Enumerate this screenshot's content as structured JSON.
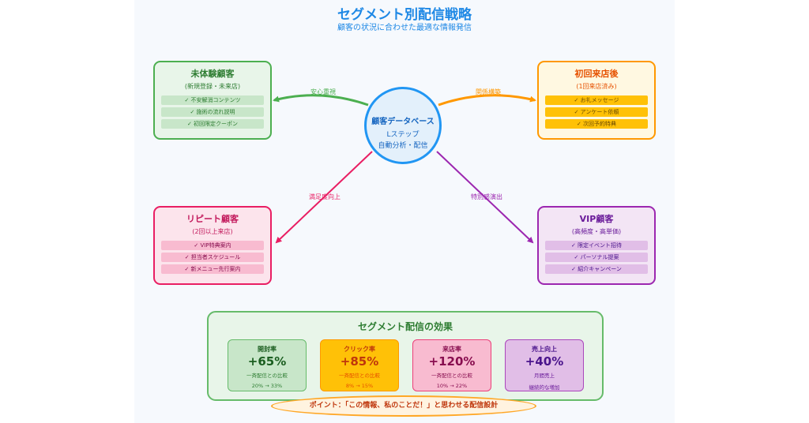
{
  "header": {
    "title": "セグメント別配信戦略",
    "subtitle": "顧客の状況に合わせた最適な情報発信"
  },
  "hub": {
    "title": "顧客データベース",
    "line1": "Lステップ",
    "line2": "自動分析・配信",
    "color": "#2196f3"
  },
  "segments": {
    "new": {
      "title": "未体験顧客",
      "subtitle": "(新規登録・未来店)",
      "items": [
        "✓ 不安解消コンテンツ",
        "✓ 施術の流れ説明",
        "✓ 初回限定クーポン"
      ],
      "edge_label": "安心重視",
      "color": "#4caf50"
    },
    "first": {
      "title": "初回来店後",
      "subtitle": "(1回来店済み)",
      "items": [
        "✓ お礼メッセージ",
        "✓ アンケート依頼",
        "✓ 次回予約特典"
      ],
      "edge_label": "関係構築",
      "color": "#ff9800"
    },
    "repeat": {
      "title": "リピート顧客",
      "subtitle": "(2回以上来店)",
      "items": [
        "✓ VIP特典案内",
        "✓ 担当者スケジュール",
        "✓ 新メニュー先行案内"
      ],
      "edge_label": "満足度向上",
      "color": "#e91e63"
    },
    "vip": {
      "title": "VIP顧客",
      "subtitle": "(高頻度・高単価)",
      "items": [
        "✓ 限定イベント招待",
        "✓ パーソナル提案",
        "✓ 紹介キャンペーン"
      ],
      "edge_label": "特別感演出",
      "color": "#9c27b0"
    }
  },
  "effects": {
    "title": "セグメント配信の効果",
    "cards": [
      {
        "label": "開封率",
        "value": "+65%",
        "desc": "一斉配信との比較",
        "detail": "20% → 33%"
      },
      {
        "label": "クリック率",
        "value": "+85%",
        "desc": "一斉配信との比較",
        "detail": "8% → 15%"
      },
      {
        "label": "来店率",
        "value": "+120%",
        "desc": "一斉配信との比較",
        "detail": "10% → 22%"
      },
      {
        "label": "売上向上",
        "value": "+40%",
        "desc": "月間売上",
        "detail": "継続的な増加"
      }
    ],
    "point": "ポイント：「この情報、私のことだ！」と思わせる配信設計"
  }
}
